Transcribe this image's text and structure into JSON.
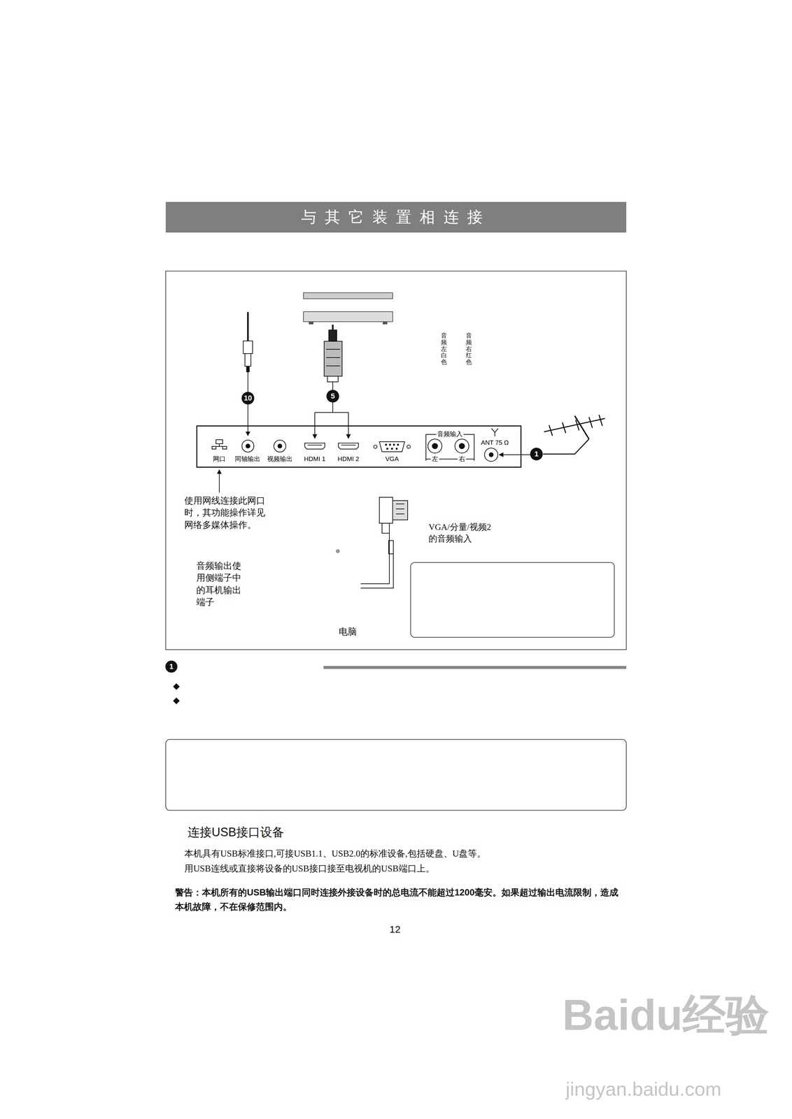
{
  "diagram": {
    "title": "与其它装置相连接",
    "nodes": [
      {
        "text": [
          "网口",
          "同轴输出",
          "视频输出",
          "HDMI 1",
          "HDMI 2",
          "VGA",
          "音频输入",
          "左",
          "右",
          "ANT 75 Ω"
        ]
      }
    ],
    "labels": [
      "音频左 白色",
      "音频右 红色",
      "10",
      "5",
      "1",
      "使用网线连接此网口 时，其功能操作详见 网络多媒体操作。",
      "VGA/分量/视频2 的音频输入",
      "音频输出使 用侧端子中 的耳机输出 端子",
      "电脑",
      "1",
      "连接USB接口设备",
      "本机具有USB标准接口,可接USB1.1、USB2.0的标准设备,包括硬盘、U盘等。",
      "用USB连线或直接将设备的USB接口接至电视机的USB端口上。",
      "警告：本机所有的USB输出端口同时连接外接设备时的总电流不能超过1200毫安。如果超过输出电流限制，造成本机故障，不在保修范围内。",
      "12",
      "Baidu经验",
      "jingyan.baidu.com"
    ]
  }
}
